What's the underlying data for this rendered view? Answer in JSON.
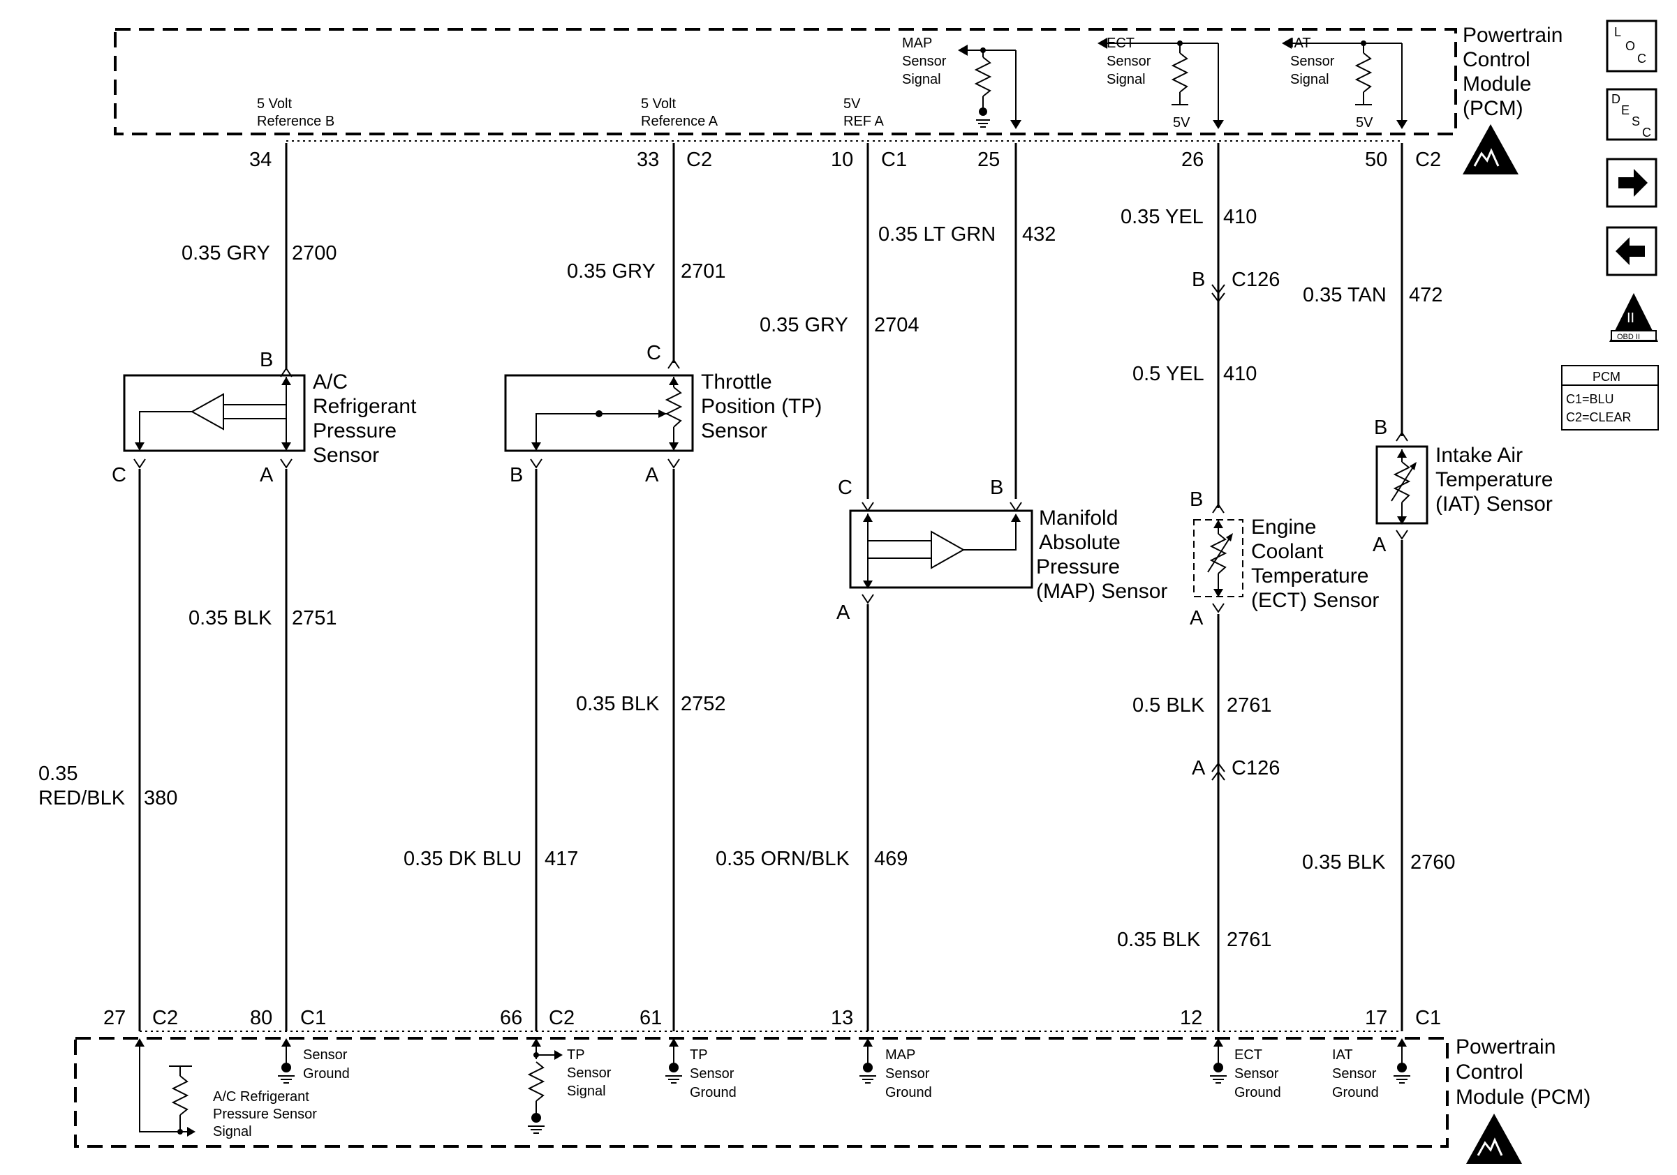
{
  "pcm_label": [
    "Powertrain",
    "Control",
    "Module",
    "(PCM)"
  ],
  "pcm_label_bottom": [
    "Powertrain",
    "Control",
    "Module (PCM)"
  ],
  "top_refs": {
    "ref_b": [
      "5 Volt",
      "Reference B"
    ],
    "ref_a": [
      "5 Volt",
      "Reference A"
    ],
    "ref_5v": [
      "5V",
      "REF A"
    ],
    "map_signal": [
      "MAP",
      "Sensor",
      "Signal"
    ],
    "ect_signal": [
      "ECT",
      "Sensor",
      "Signal"
    ],
    "iat_signal": [
      "IAT",
      "Sensor",
      "Signal"
    ],
    "five_v": "5V"
  },
  "top_pins": {
    "p34": "34",
    "p33": "33",
    "c2a": "C2",
    "p10": "10",
    "c1a": "C1",
    "p25": "25",
    "p26": "26",
    "p50": "50",
    "c2b": "C2"
  },
  "wires": {
    "w2700": [
      "0.35 GRY",
      "2700"
    ],
    "w2701": [
      "0.35 GRY",
      "2701"
    ],
    "w2704": [
      "0.35 GRY",
      "2704"
    ],
    "w432": [
      "0.35 LT GRN",
      "432"
    ],
    "w410a": [
      "0.35 YEL",
      "410"
    ],
    "w410b": [
      "0.5 YEL",
      "410"
    ],
    "w472": [
      "0.35 TAN",
      "472"
    ],
    "w2751": [
      "0.35 BLK",
      "2751"
    ],
    "w380": [
      "0.35",
      "RED/BLK",
      "380"
    ],
    "w2752": [
      "0.35 BLK",
      "2752"
    ],
    "w417": [
      "0.35 DK BLU",
      "417"
    ],
    "w469": [
      "0.35 ORN/BLK",
      "469"
    ],
    "w2761a": [
      "0.5 BLK",
      "2761"
    ],
    "w2761b": [
      "0.35 BLK",
      "2761"
    ],
    "w2760": [
      "0.35 BLK",
      "2760"
    ]
  },
  "connectors": {
    "c126": "C126",
    "b": "B",
    "a": "A",
    "c": "C"
  },
  "sensors": {
    "ac": [
      "A/C",
      "Refrigerant",
      "Pressure",
      "Sensor"
    ],
    "tp": [
      "Throttle",
      "Position (TP)",
      "Sensor"
    ],
    "map": [
      "Manifold",
      "Absolute",
      "Pressure",
      "(MAP) Sensor"
    ],
    "ect": [
      "Engine",
      "Coolant",
      "Temperature",
      "(ECT) Sensor"
    ],
    "iat": [
      "Intake Air",
      "Temperature",
      "(IAT) Sensor"
    ]
  },
  "bottom_pins": {
    "p27": "27",
    "c2a": "C2",
    "p80": "80",
    "c1a": "C1",
    "p66": "66",
    "c2b": "C2",
    "p61": "61",
    "p13": "13",
    "p12": "12",
    "p17": "17",
    "c1b": "C1"
  },
  "bottom_labels": {
    "sensor_ground": [
      "Sensor",
      "Ground"
    ],
    "ac_signal": [
      "A/C Refrigerant",
      "Pressure Sensor",
      "Signal"
    ],
    "tp_signal": [
      "TP",
      "Sensor",
      "Signal"
    ],
    "tp_ground": [
      "TP",
      "Sensor",
      "Ground"
    ],
    "map_ground": [
      "MAP",
      "Sensor",
      "Ground"
    ],
    "ect_ground": [
      "ECT",
      "Sensor",
      "Ground"
    ],
    "iat_ground": [
      "IAT",
      "Sensor",
      "Ground"
    ]
  },
  "side_icons": {
    "loc": [
      "L",
      "O",
      "C"
    ],
    "desc": [
      "D",
      "E",
      "S",
      "C"
    ],
    "obd": [
      "II",
      "OBD II"
    ],
    "pcm_legend": [
      "PCM",
      "C1=BLU",
      "C2=CLEAR"
    ]
  }
}
